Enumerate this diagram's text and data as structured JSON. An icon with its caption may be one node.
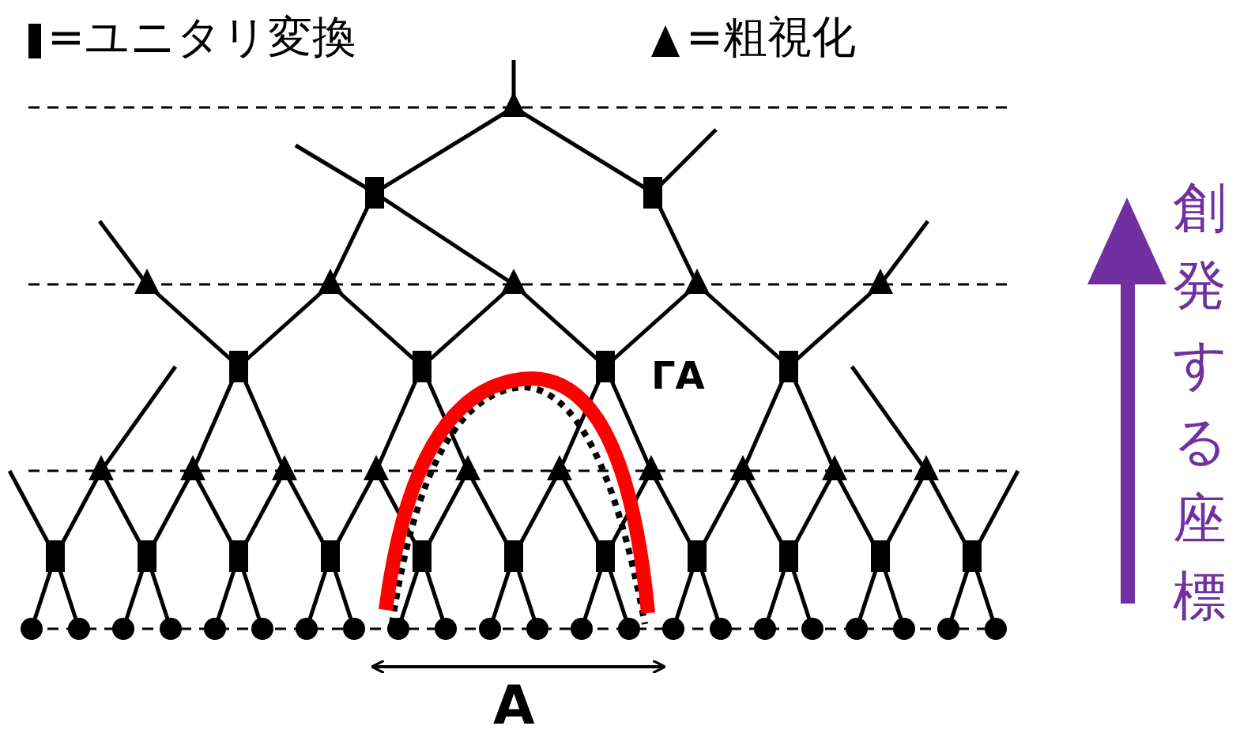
{
  "diagram": {
    "labels": [
      "ΓA",
      "A",
      "創発する座標"
    ],
    "legend": [
      {
        "text": "=ユニタリ変換"
      },
      {
        "text": "=粗視化"
      }
    ]
  }
}
